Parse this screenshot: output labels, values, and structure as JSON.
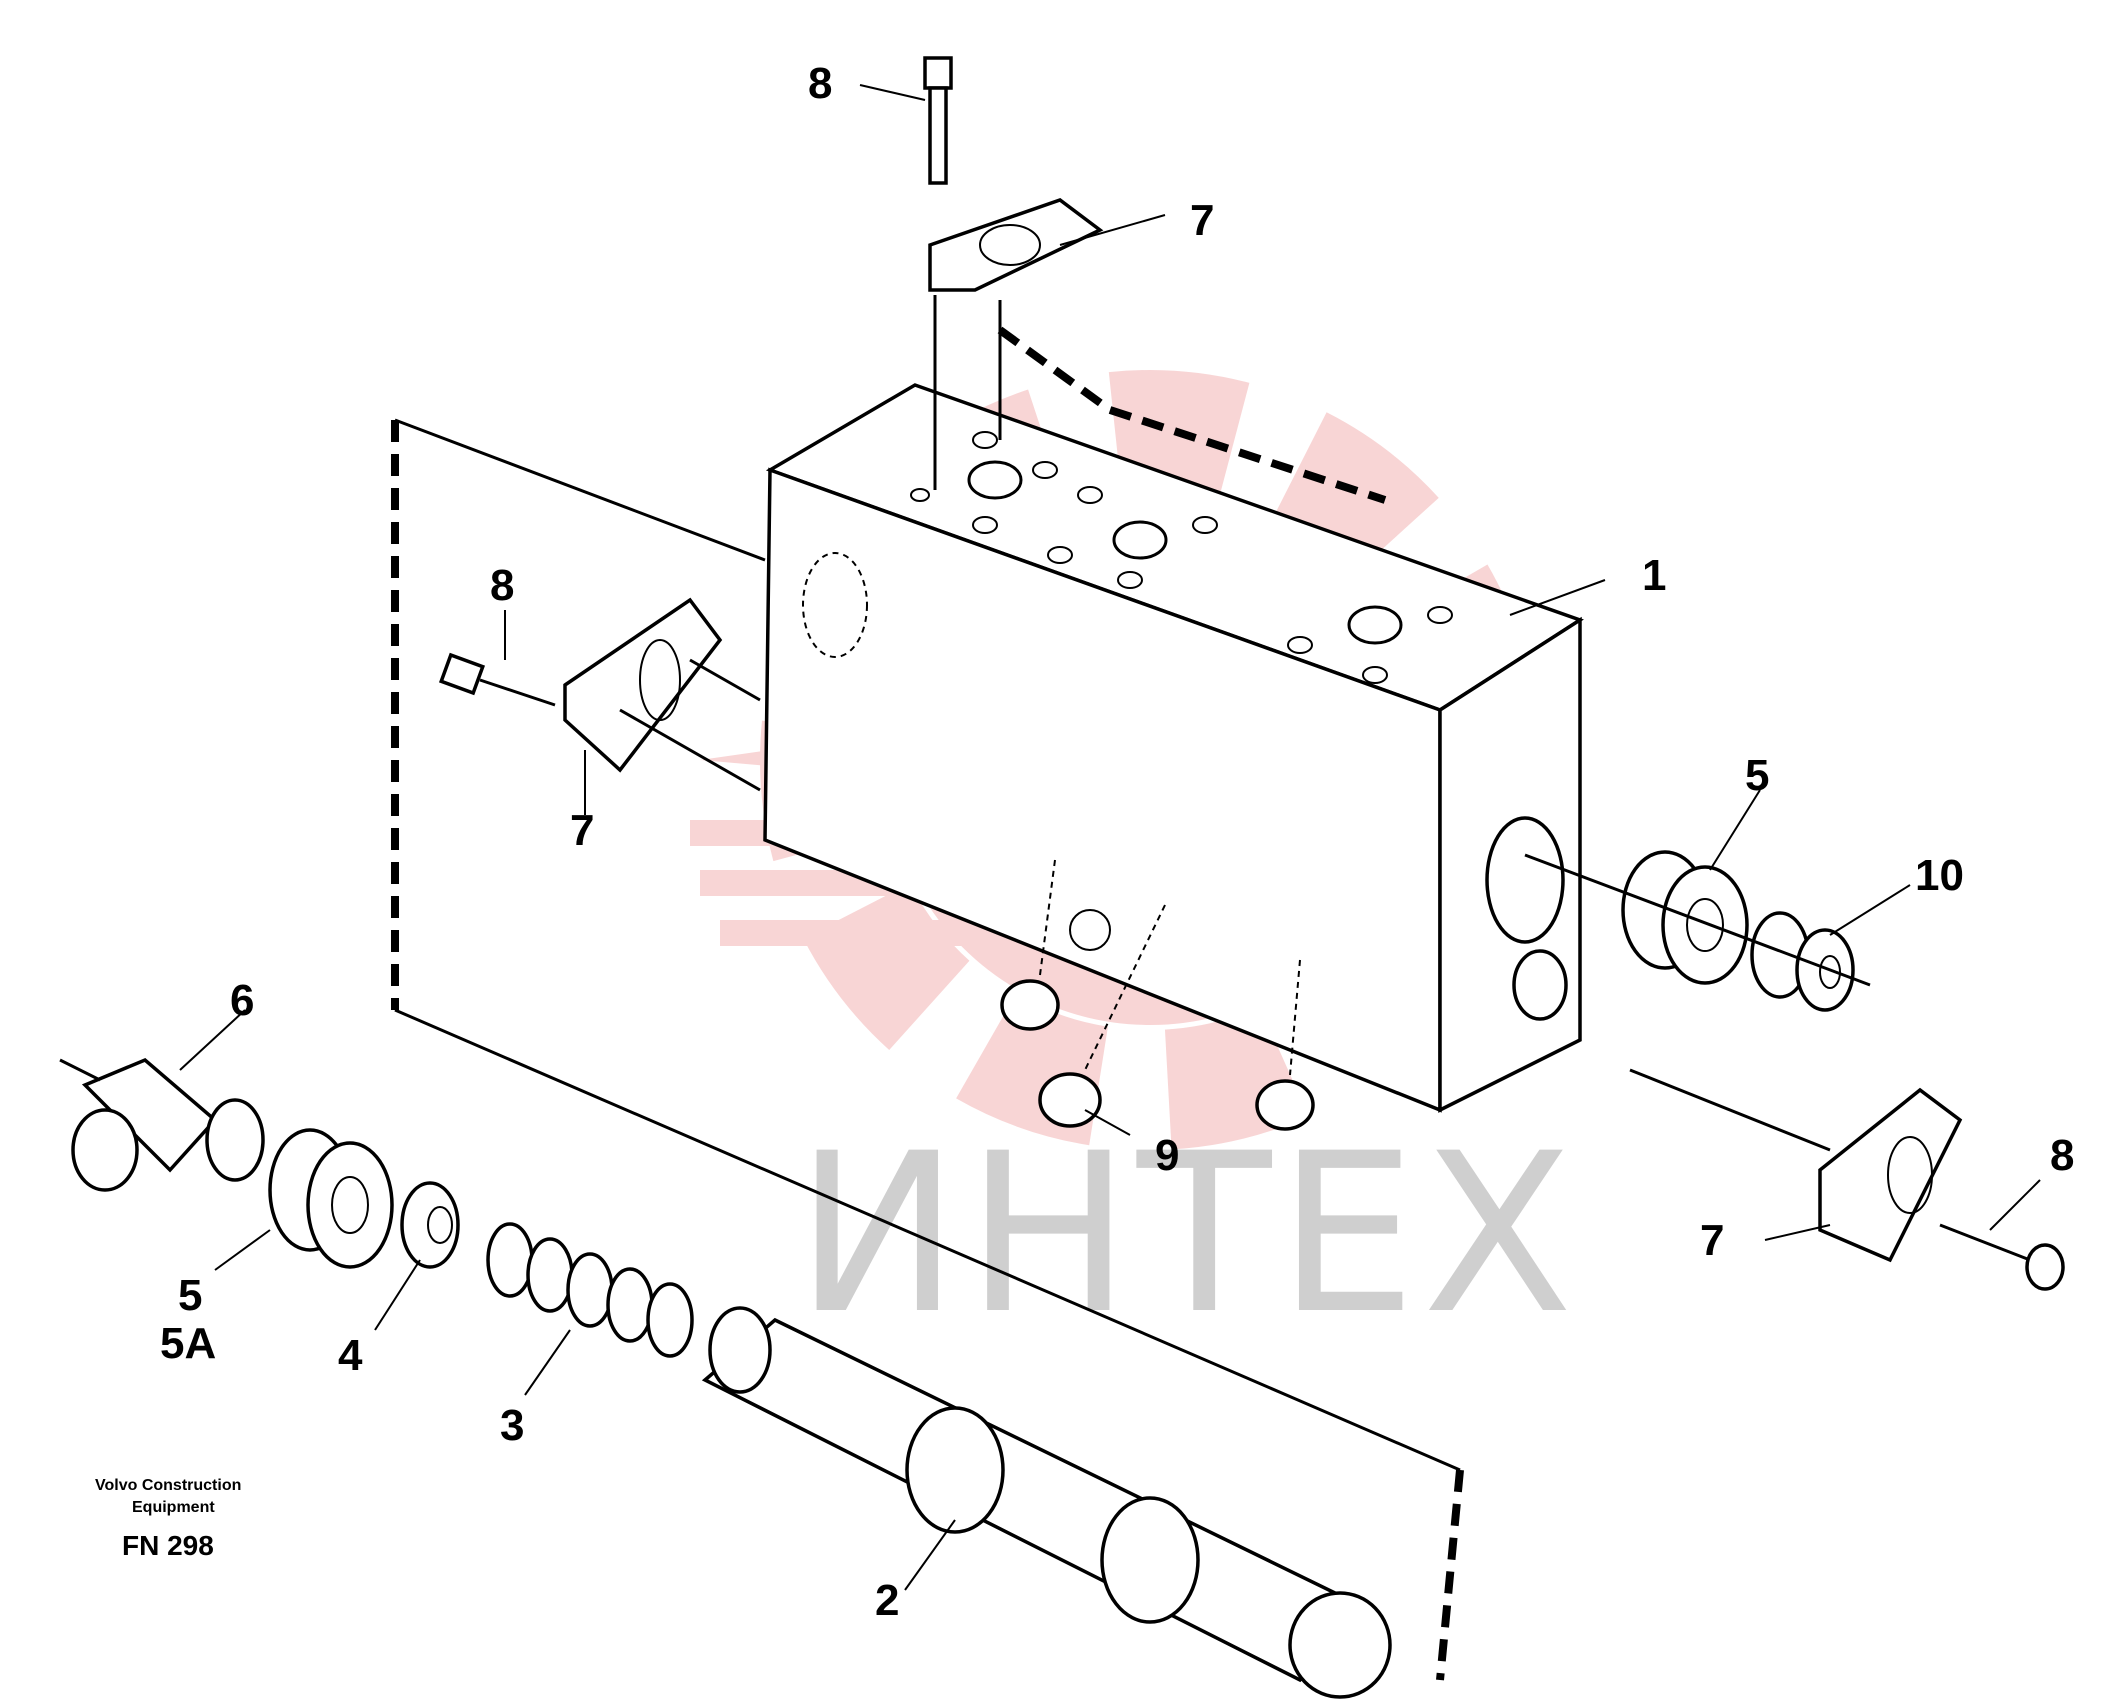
{
  "watermark": {
    "text": "ИНТЕХ",
    "color": "#cfcfcf",
    "logo_color": "#f3b3b3"
  },
  "credit": {
    "line1": "Volvo Construction",
    "line2": "Equipment"
  },
  "figure_code": "FN 298",
  "callouts": {
    "c1": "1",
    "c2": "2",
    "c3": "3",
    "c4": "4",
    "c5_right": "5",
    "c5_left": "5",
    "c5a": "5A",
    "c6": "6",
    "c7_top": "7",
    "c7_left": "7",
    "c7_right": "7",
    "c8_top": "8",
    "c8_left": "8",
    "c8_right": "8",
    "c9": "9",
    "c10": "10"
  }
}
